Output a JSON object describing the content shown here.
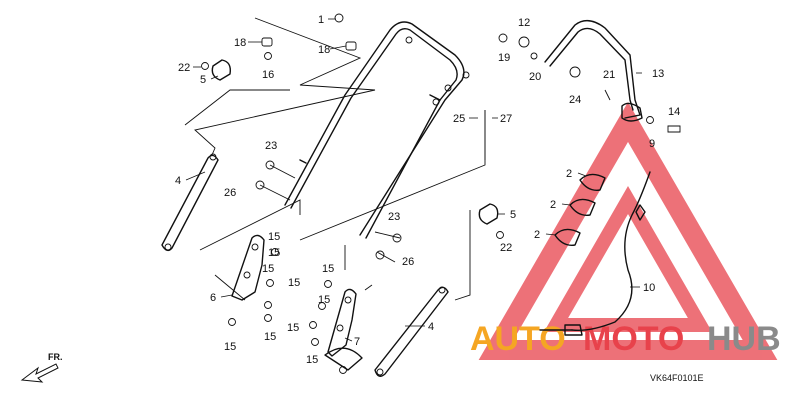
{
  "diagram": {
    "part_labels": [
      "1",
      "18",
      "18",
      "16",
      "22",
      "5",
      "12",
      "19",
      "20",
      "13",
      "21",
      "24",
      "14",
      "9",
      "25",
      "27",
      "23",
      "26",
      "4",
      "2",
      "2",
      "2",
      "5",
      "22",
      "23",
      "26",
      "15",
      "15",
      "15",
      "15",
      "6",
      "15",
      "15",
      "15",
      "15",
      "7",
      "15",
      "15",
      "4",
      "10"
    ],
    "drawing_code": "VK64F0101E",
    "direction_label": "FR.",
    "colors": {
      "line": "#111111",
      "watermark_red": "#e8424b",
      "watermark_orange": "#f5a623",
      "watermark_gray": "#8a8a8a"
    }
  },
  "watermark": {
    "part_a": "AUTO",
    "part_b": "MOTO",
    "part_c": "HUB"
  }
}
